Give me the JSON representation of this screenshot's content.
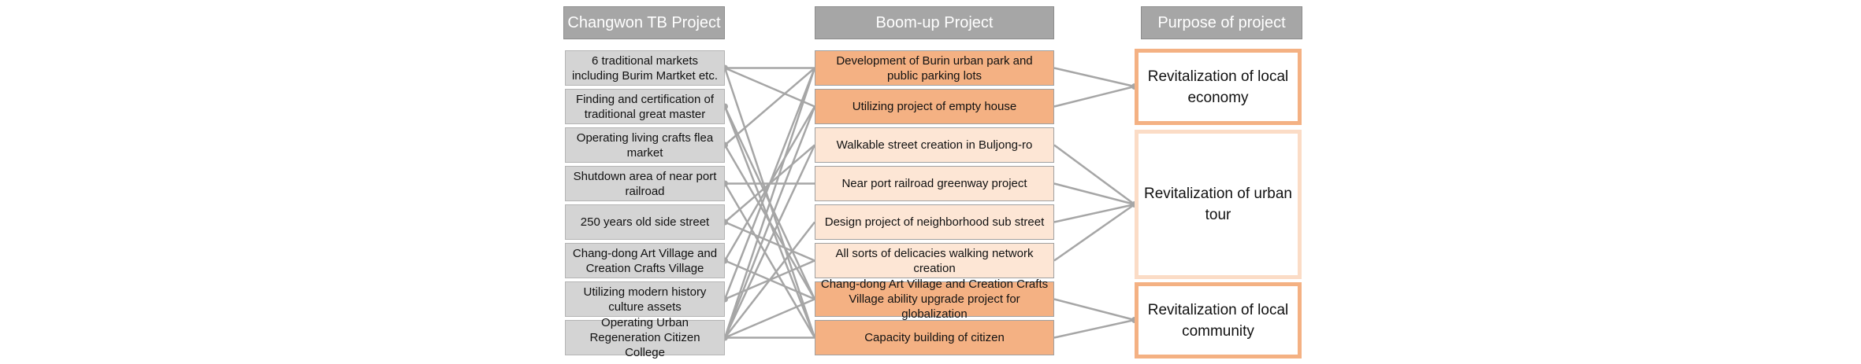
{
  "headers": {
    "left": "Changwon TB Project",
    "middle": "Boom-up Project",
    "right": "Purpose of project"
  },
  "left_items": [
    "6 traditional markets including Burim Martket etc.",
    "Finding and certification of traditional great master",
    "Operating living crafts flea market",
    "Shutdown area of near port railroad",
    "250 years old side street",
    "Chang-dong Art Village and Creation Crafts Village",
    "Utilizing modern history culture assets",
    "Operating Urban Regeneration Citizen College"
  ],
  "middle_items": [
    "Development of Burin urban park and public parking lots",
    "Utilizing project of empty house",
    "Walkable street creation in Buljong-ro",
    "Near port railroad greenway project",
    "Design project of neighborhood sub street",
    "All sorts of delicacies walking network creation",
    "Chang-dong Art Village and Creation Crafts Village ability upgrade project for globalization",
    "Capacity building of citizen"
  ],
  "right_items": [
    "Revitalization of local economy",
    "Revitalization of urban tour",
    "Revitalization of local community"
  ],
  "colors": {
    "header_fill": "#a6a6a6",
    "left_fill": "#d4d4d4",
    "middle_dark": "#f4b183",
    "middle_light": "#fde6d5",
    "right_border_dark": "#f4b183",
    "right_border_light": "#fbdcc6",
    "connector": "#a6a6a6"
  },
  "connections_left_to_middle": [
    [
      0,
      0
    ],
    [
      0,
      1
    ],
    [
      0,
      7
    ],
    [
      1,
      6
    ],
    [
      1,
      7
    ],
    [
      2,
      0
    ],
    [
      2,
      6
    ],
    [
      3,
      3
    ],
    [
      3,
      7
    ],
    [
      4,
      2
    ],
    [
      4,
      5
    ],
    [
      5,
      1
    ],
    [
      5,
      6
    ],
    [
      6,
      0
    ],
    [
      6,
      5
    ],
    [
      7,
      0
    ],
    [
      7,
      1
    ],
    [
      7,
      2
    ],
    [
      7,
      4
    ],
    [
      7,
      6
    ],
    [
      7,
      7
    ]
  ],
  "connections_middle_to_right": [
    [
      0,
      0
    ],
    [
      1,
      0
    ],
    [
      2,
      1
    ],
    [
      3,
      1
    ],
    [
      4,
      1
    ],
    [
      5,
      1
    ],
    [
      6,
      2
    ],
    [
      7,
      2
    ]
  ]
}
